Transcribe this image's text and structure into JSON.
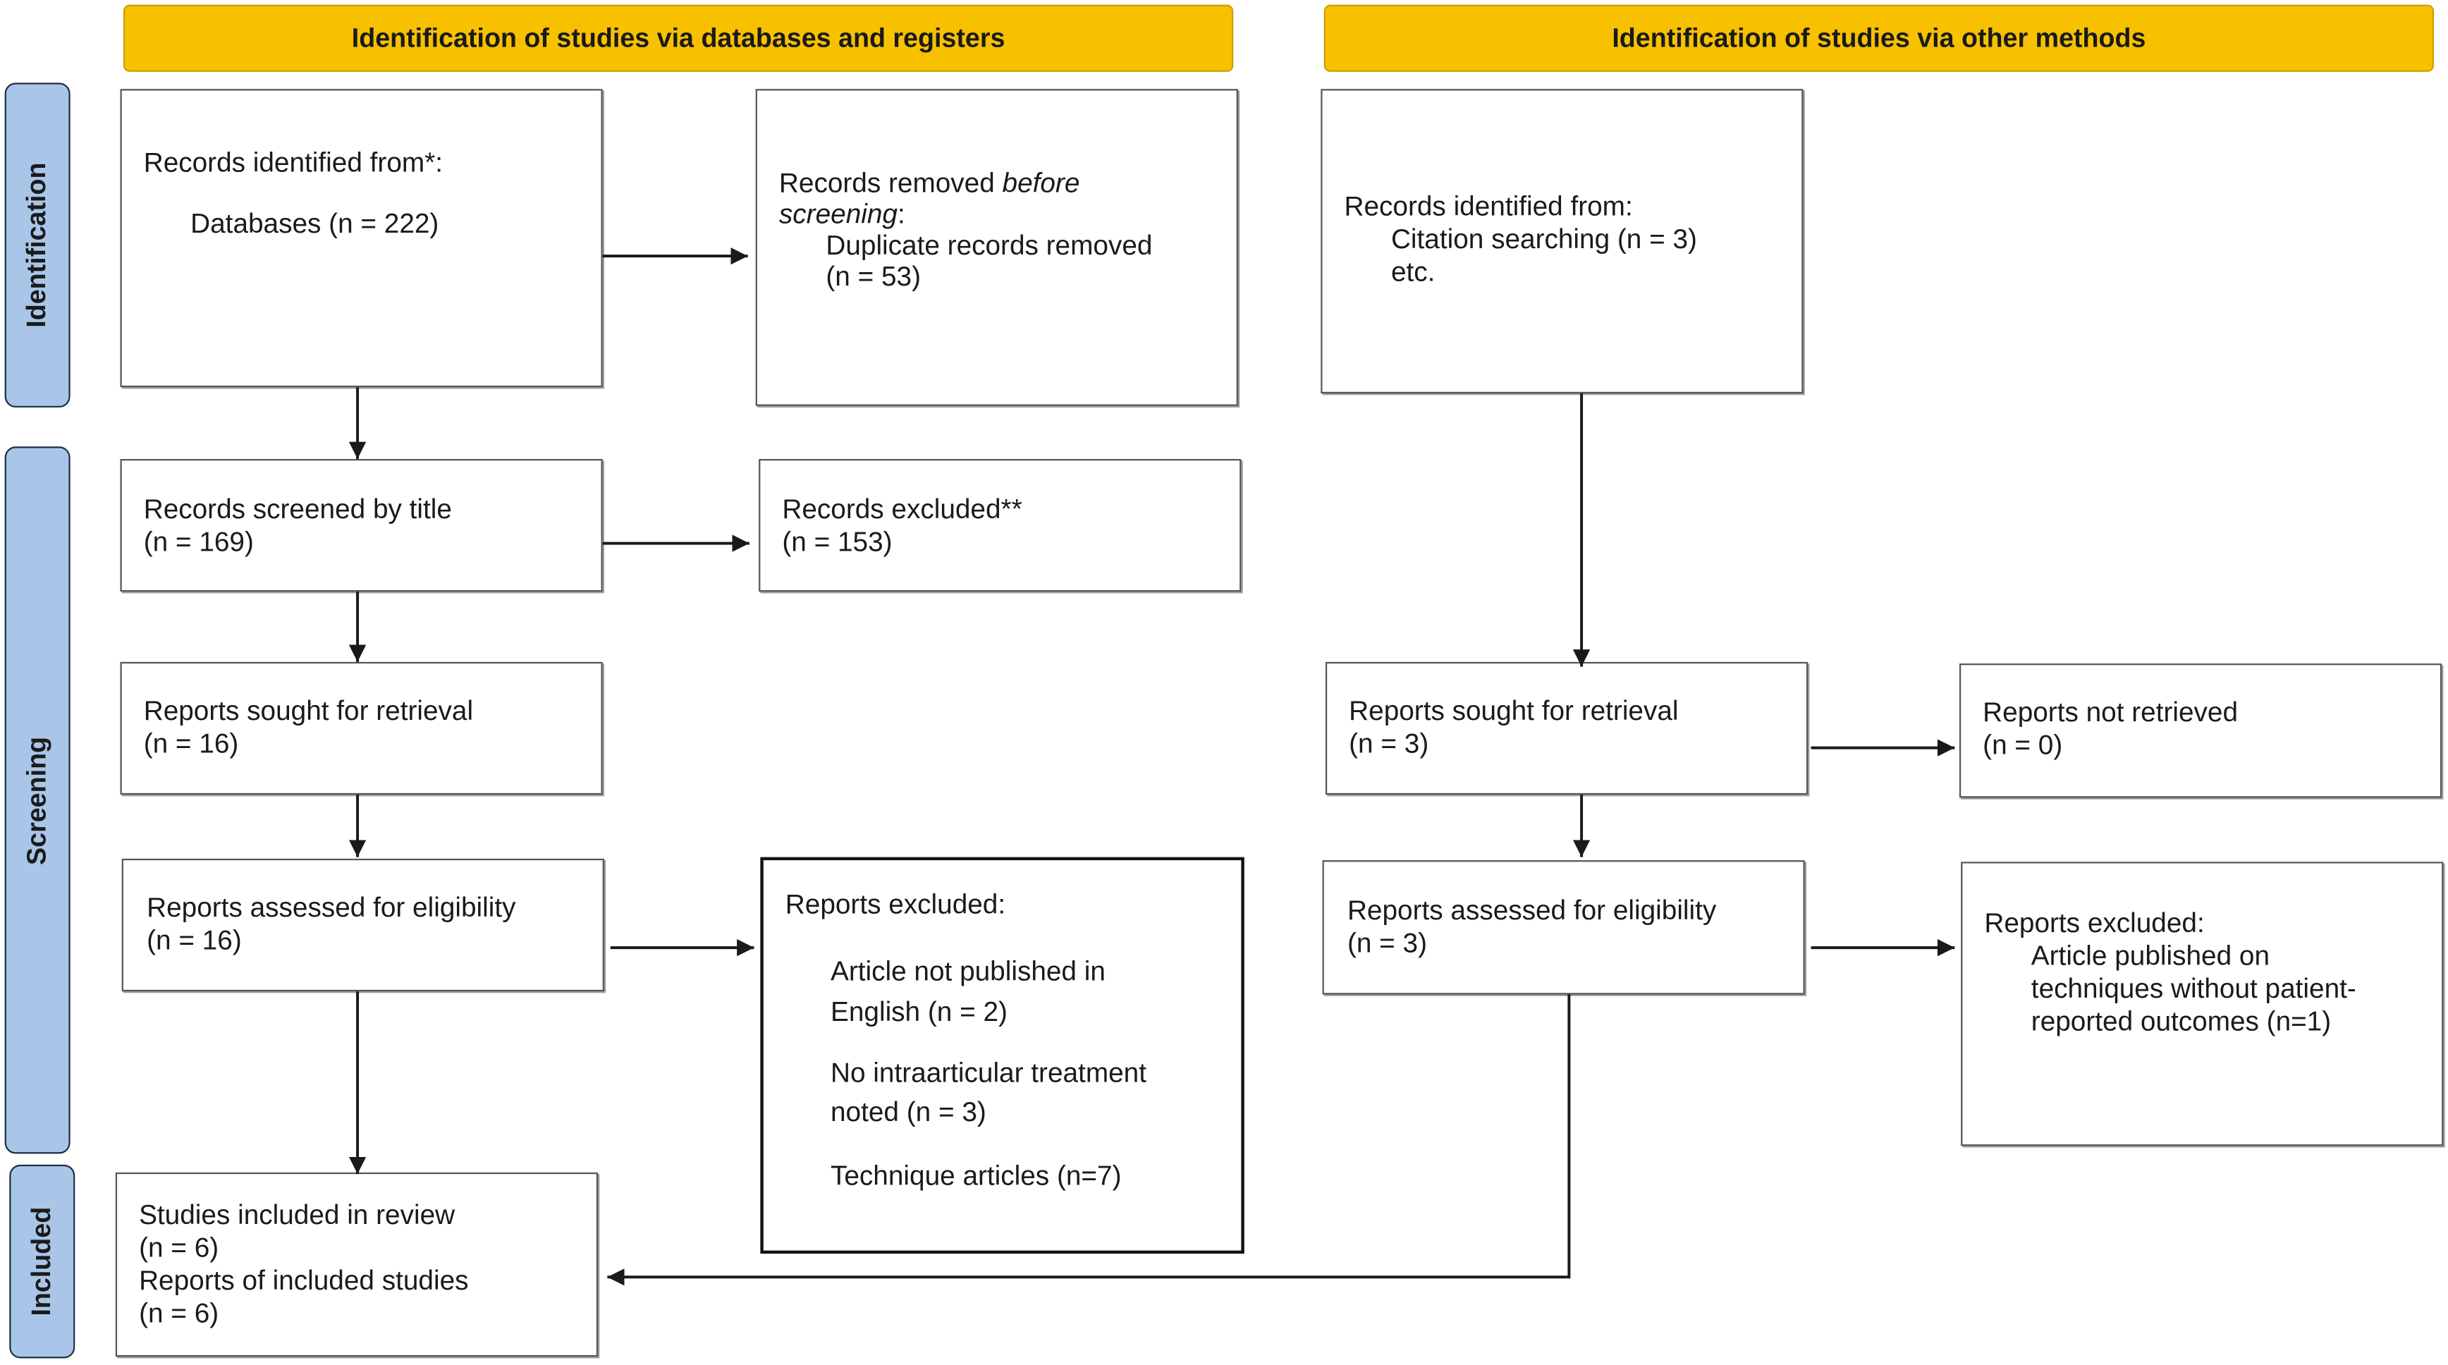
{
  "headers": {
    "databases": "Identification  of studies via databases and registers",
    "other": "Identification  of studies via other methods"
  },
  "stages": {
    "identification": "Identification",
    "screening": "Screening",
    "included": "Included"
  },
  "left": {
    "identified": {
      "title": "Records identified from*:",
      "databases": "Databases (n = 222)"
    },
    "removed": {
      "line1_prefix": "Records removed ",
      "line1_italic": "before",
      "line2_italic": "screening",
      "line2_suffix": ":",
      "item": "Duplicate records removed",
      "count": "(n = 53)"
    },
    "screened": {
      "title": "Records screened by title",
      "count": "(n = 169)"
    },
    "excluded": {
      "title": "Records excluded**",
      "count": "(n = 153)"
    },
    "sought": {
      "title": "Reports sought for retrieval",
      "count": "(n = 16)"
    },
    "assessed": {
      "title": "Reports assessed for eligibility",
      "count": "(n = 16)"
    },
    "reports_excluded": {
      "title": "Reports excluded:",
      "reason1_line1": "Article not published in",
      "reason1_line2": "English (n = 2)",
      "reason2_line1": "No intraarticular treatment",
      "reason2_line2": "noted (n = 3)",
      "reason3": "Technique articles (n=7)"
    },
    "included": {
      "line1": "Studies included in review",
      "line2": "(n = 6)",
      "line3": "Reports of included studies",
      "line4": "(n = 6)"
    }
  },
  "right": {
    "identified": {
      "title": "Records identified from:",
      "item": "Citation searching (n = 3)",
      "etc": "etc."
    },
    "sought": {
      "title": "Reports sought for retrieval",
      "count": "(n = 3)"
    },
    "not_retrieved": {
      "title": "Reports not retrieved",
      "count": "(n = 0)"
    },
    "assessed": {
      "title": "Reports assessed for eligibility",
      "count": "(n = 3)"
    },
    "excluded": {
      "title": "Reports excluded:",
      "line1": "Article published on",
      "line2": "techniques without patient-",
      "line3": "reported outcomes (n=1)"
    }
  },
  "colors": {
    "header_fill": "#f7c100",
    "stage_fill": "#a9c6e8",
    "line": "#1a1a1a"
  }
}
